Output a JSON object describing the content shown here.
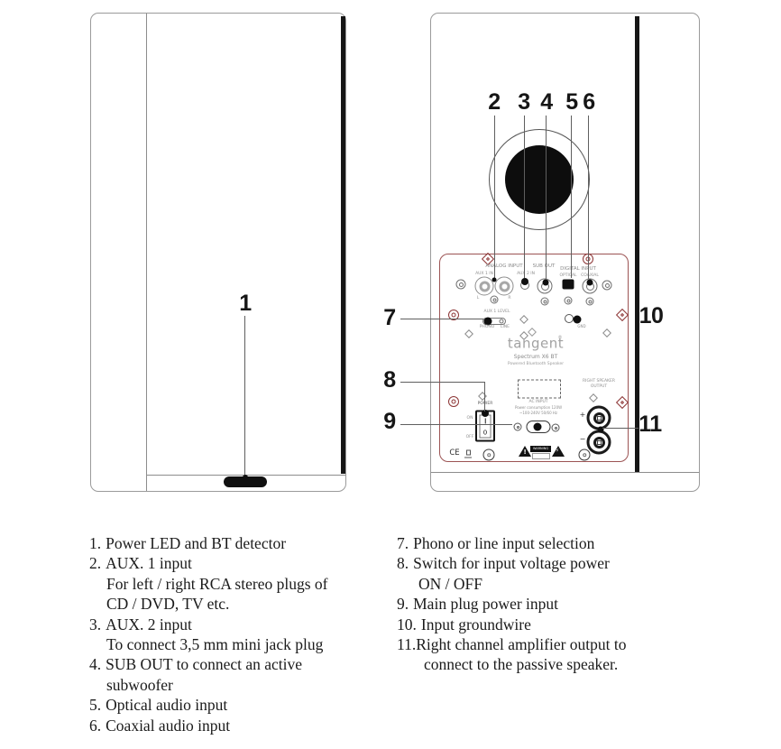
{
  "callouts": {
    "c1": "1",
    "c2": "2",
    "c3": "3",
    "c4": "4",
    "c5": "5",
    "c6": "6",
    "c7": "7",
    "c8": "8",
    "c9": "9",
    "c10": "10",
    "c11": "11"
  },
  "panel": {
    "connectors": {
      "analog_input": "ANALOG INPUT",
      "aux1_in": "AUX 1 IN",
      "aux2_in": "AUX 2 IN",
      "sub_out": "SUB OUT",
      "digital_input": "DIGITAL INPUT",
      "optical": "OPTICAL",
      "coaxial": "COAXIAL",
      "left": "L",
      "right": "R"
    },
    "aux_level": {
      "label": "AUX 1 LEVEL",
      "phono": "PHONO",
      "line": "LINE"
    },
    "ground": {
      "label": "GND"
    },
    "brand": {
      "logo": "tangent",
      "reg": "®",
      "model": "Spectrum X6 BT",
      "tagline": "Powered Bluetooth Speaker"
    },
    "power": {
      "label": "POWER",
      "on": "ON",
      "off": "OFF",
      "off_mark": "0"
    },
    "ac": {
      "line1": "AC INPUT",
      "line2": "Power consumption 120W",
      "line3": "~100-240V 50/60 Hz"
    },
    "speaker_output": {
      "line1": "RIGHT SPEAKER",
      "line2": "OUTPUT",
      "plus": "+",
      "minus": "−"
    },
    "bottom": {
      "ce": "CE",
      "warning": "WARNING",
      "excl": "!",
      "bolt": "⚡"
    }
  },
  "legend": {
    "left": [
      {
        "num": "1.",
        "text": "Power LED and BT detector",
        "cont": []
      },
      {
        "num": "2.",
        "text": "AUX. 1 input",
        "cont": [
          "For left / right RCA stereo plugs of",
          "CD / DVD, TV etc."
        ]
      },
      {
        "num": "3.",
        "text": "AUX. 2 input",
        "cont": [
          "To connect 3,5 mm mini jack plug"
        ]
      },
      {
        "num": "4.",
        "text": "SUB OUT to connect an active",
        "cont": [
          "subwoofer"
        ]
      },
      {
        "num": "5.",
        "text": "Optical audio input",
        "cont": []
      },
      {
        "num": "6.",
        "text": "Coaxial audio input",
        "cont": []
      }
    ],
    "right": [
      {
        "num": "7.",
        "text": "Phono or line input selection",
        "cont": []
      },
      {
        "num": "8.",
        "text": "Switch for input voltage power",
        "cont": [
          "ON / OFF"
        ]
      },
      {
        "num": "9.",
        "text": "Main plug power input",
        "cont": []
      },
      {
        "num": "10.",
        "text": "Input groundwire",
        "cont": []
      },
      {
        "num": "11.",
        "text": "Right channel amplifier output to",
        "cont": [
          "connect to the passive speaker."
        ]
      }
    ]
  }
}
